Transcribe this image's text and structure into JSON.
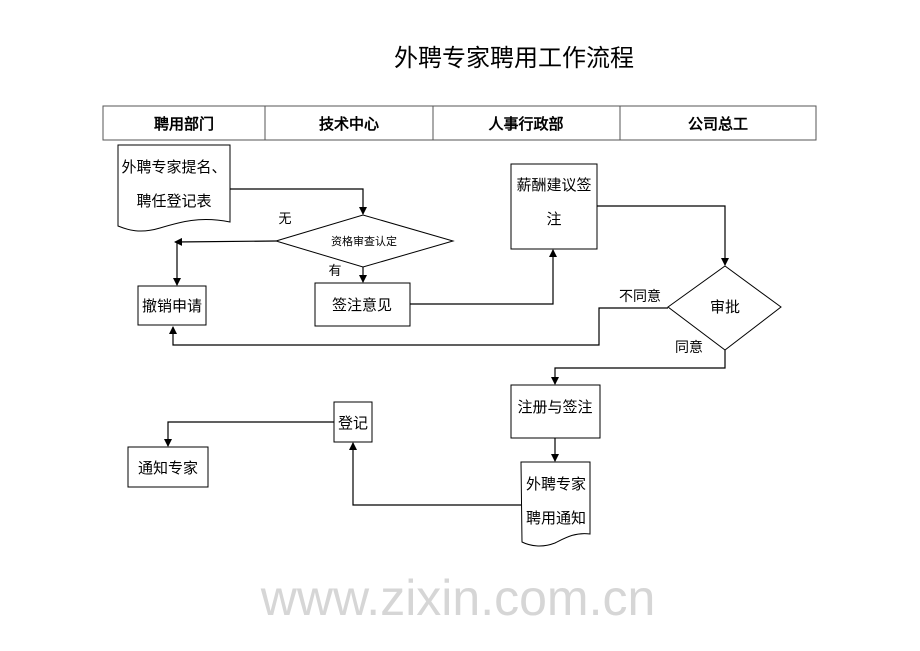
{
  "title": "外聘专家聘用工作流程",
  "watermark": "www.zixin.com.cn",
  "lanes": [
    "聘用部门",
    "技术中心",
    "人事行政部",
    "公司总工"
  ],
  "nodes": {
    "register_form": {
      "line1": "外聘专家提名、",
      "line2": "聘任登记表"
    },
    "qualification_check": "资格审查认定",
    "revoke": "撤销申请",
    "sign_opinion": "签注意见",
    "salary": {
      "line1": "薪酬建议签",
      "line2": "注"
    },
    "approve": "审批",
    "register_sign": "注册与签注",
    "notice": {
      "line1": "外聘专家",
      "line2": "聘用通知"
    },
    "record": "登记",
    "notify_expert": "通知专家"
  },
  "labels": {
    "none": "无",
    "has": "有",
    "disagree": "不同意",
    "agree": "同意"
  }
}
